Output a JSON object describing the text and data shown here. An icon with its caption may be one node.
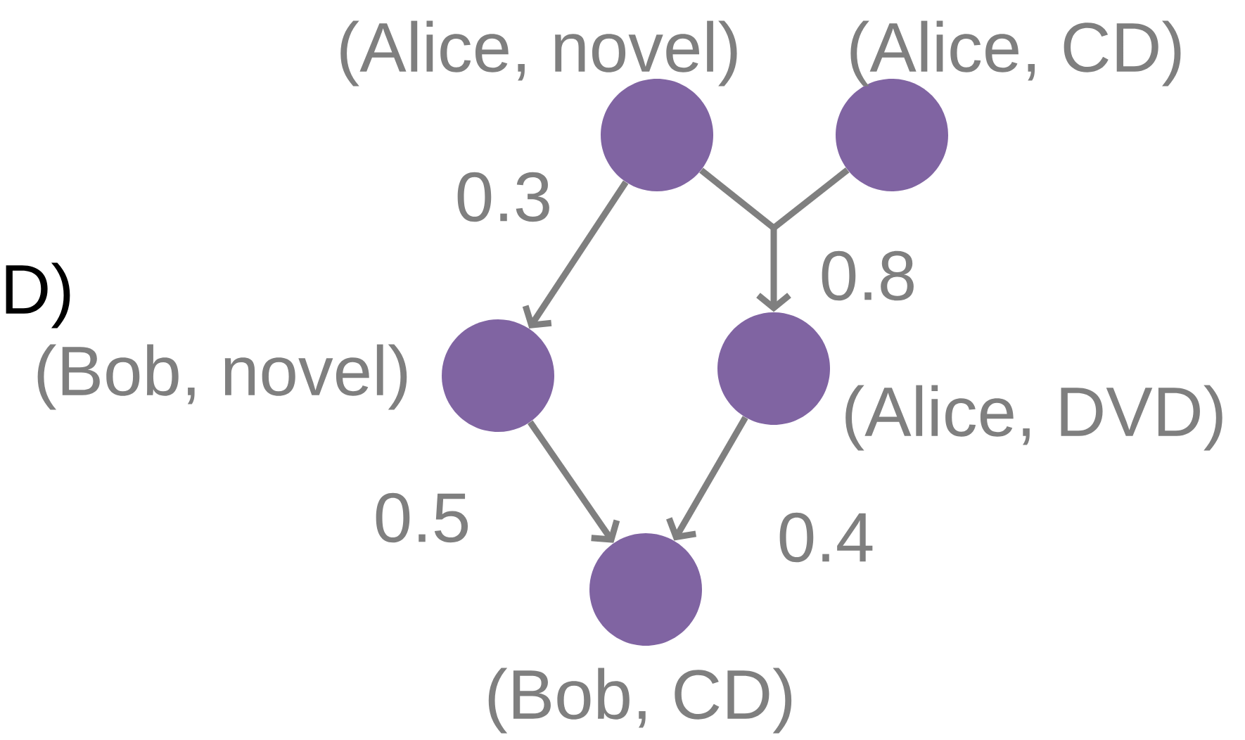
{
  "diagram": {
    "nodes": [
      {
        "text": [
          "(Alice, novel)"
        ]
      },
      {
        "text": [
          "(Alice, CD)"
        ]
      },
      {
        "text": [
          "(Bob, novel)"
        ]
      },
      {
        "text": [
          "(Alice, DVD)"
        ]
      },
      {
        "text": [
          "(Bob, CD)"
        ]
      }
    ],
    "edges": [
      {
        "from": 0,
        "to": 2,
        "arrow": "to",
        "label": "0.3"
      },
      {
        "from": 0,
        "to": 3,
        "arrow": "to",
        "label": "0.8"
      },
      {
        "from": 1,
        "to": 3,
        "arrow": "to"
      },
      {
        "from": 2,
        "to": 4,
        "arrow": "to",
        "label": "0.5"
      },
      {
        "from": 3,
        "to": 4,
        "arrow": "to",
        "label": "0.4"
      }
    ],
    "labels": [
      "D)"
    ]
  }
}
